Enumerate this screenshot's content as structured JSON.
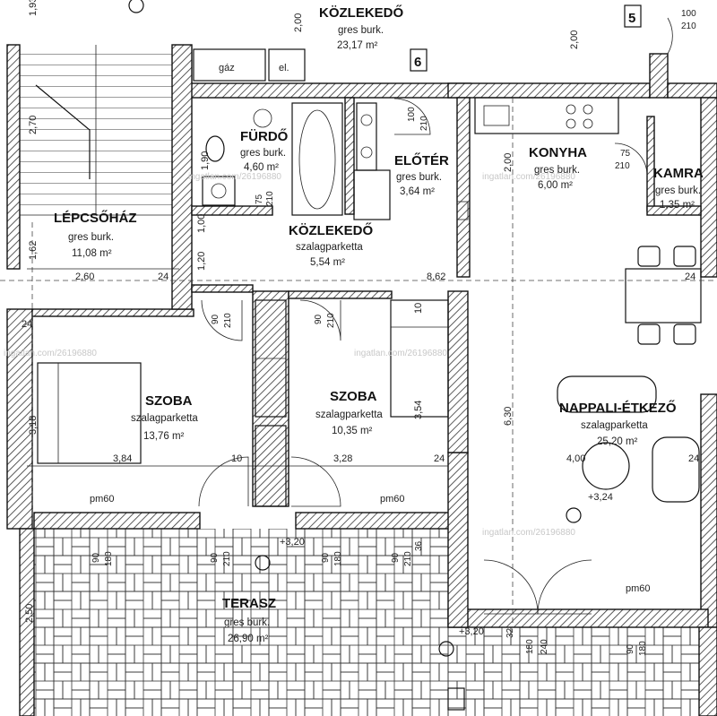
{
  "rooms": {
    "kozlekedo_top": {
      "name": "KÖZLEKEDŐ",
      "floor": "gres burk.",
      "area": "23,17 m²"
    },
    "furdo": {
      "name": "FÜRDŐ",
      "floor": "gres burk.",
      "area": "4,60 m²"
    },
    "eloter": {
      "name": "ELŐTÉR",
      "floor": "gres burk.",
      "area": "3,64 m²"
    },
    "konyha": {
      "name": "KONYHA",
      "floor": "gres burk.",
      "area": "6,00 m²"
    },
    "kamra": {
      "name": "KAMRA",
      "floor": "gres burk.",
      "area": "1,35 m²"
    },
    "lepcsohaz": {
      "name": "LÉPCSŐHÁZ",
      "floor": "gres burk.",
      "area": "11,08 m²"
    },
    "kozlekedo_mid": {
      "name": "KÖZLEKEDŐ",
      "floor": "szalagparketta",
      "area": "5,54 m²"
    },
    "szoba1": {
      "name": "SZOBA",
      "floor": "szalagparketta",
      "area": "13,76 m²"
    },
    "szoba2": {
      "name": "SZOBA",
      "floor": "szalagparketta",
      "area": "10,35 m²"
    },
    "nappali": {
      "name": "NAPPALI-ÉTKEZŐ",
      "floor": "szalagparketta",
      "area": "25,20 m²"
    },
    "terasz": {
      "name": "TERASZ",
      "floor": "gres burk.",
      "area": "26,90 m²"
    }
  },
  "utilities": {
    "gaz": "gáz",
    "el": "el."
  },
  "markers": {
    "unit_top": "5",
    "unit_mid": "6",
    "door_top": "100",
    "door_top2": "210"
  },
  "dimensions": {
    "d1_93": "1,93",
    "d2_00a": "2,00",
    "d2_00b": "2,00",
    "d2_70": "2,70",
    "d1_62": "1,62",
    "d2_60": "2,60",
    "d24a": "24",
    "d8_62": "8,62",
    "d24b": "24",
    "d1_20": "1,20",
    "d1_00": "1,00",
    "d1_90": "1,90",
    "d3_18": "3,18",
    "d3_84": "3,84",
    "d10": "10",
    "d3_28": "3,28",
    "d24c": "24",
    "d3_54": "3,54",
    "d4_00": "4,00",
    "d24d": "24",
    "d6_30": "6,30",
    "d2_00c": "2,00",
    "d2_50": "2,50",
    "d24e": "24",
    "d10b": "10",
    "d32": "32",
    "d36": "36"
  },
  "doors": {
    "d100_210_a": "100",
    "d100_210_b": "210",
    "d75_210_a": "75",
    "d75_210_b": "210",
    "d75_210_c": "75",
    "d75_210_d": "210",
    "d90_210_a": "90",
    "d90_210_b": "210",
    "d90_210_c": "90",
    "d90_210_d": "210",
    "d90_180_a": "90",
    "d90_180_b": "180",
    "d90_210_e": "90",
    "d90_210_f": "210",
    "d90_180_c": "90",
    "d90_180_d": "180",
    "d90_210_g": "90",
    "d90_210_h": "210",
    "d180_240_a": "180",
    "d180_240_b": "240",
    "d90_180_e": "90",
    "d90_180_f": "180"
  },
  "levels": {
    "lvl1": "+3,20",
    "lvl2": "+3,24",
    "lvl3": "+3,20"
  },
  "windows": {
    "w1": "pm60",
    "w2": "pm60",
    "w3": "pm60"
  },
  "watermark": {
    "w1": "ingatlan.com/26196880",
    "w2": "ingatlan.com/26196880",
    "w3": "ingatlan.com/26196880",
    "w4": "ingatlan.com/26196880",
    "w5": "ingatlan.com/26196880"
  }
}
